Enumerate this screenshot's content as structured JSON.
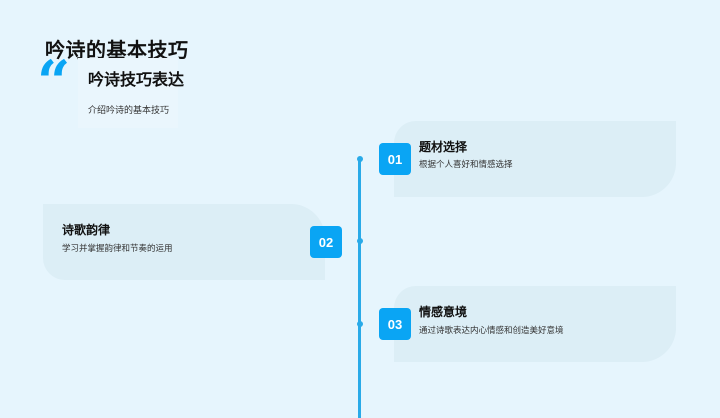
{
  "page": {
    "title": "吟诗的基本技巧",
    "subtitle": "吟诗技巧表达",
    "description": "介绍吟诗的基本技巧",
    "quote_icon": "“"
  },
  "colors": {
    "background": "#e6f5fd",
    "accent": "#0aa5f4",
    "timeline": "#29aae8",
    "card": "#dceef6"
  },
  "timeline": {
    "items": [
      {
        "number": "01",
        "title": "题材选择",
        "description": "根据个人喜好和情感选择"
      },
      {
        "number": "02",
        "title": "诗歌韵律",
        "description": "学习并掌握韵律和节奏的运用"
      },
      {
        "number": "03",
        "title": "情感意境",
        "description": "通过诗歌表达内心情感和创造美好意境"
      }
    ]
  }
}
